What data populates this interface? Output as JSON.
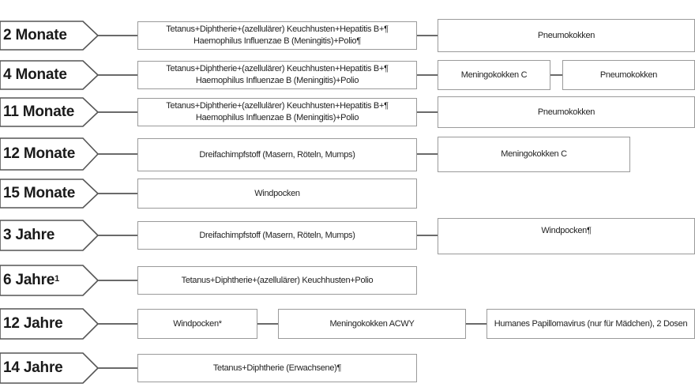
{
  "schedule": [
    {
      "age": "2 Monate",
      "vaccines": [
        "Tetanus+Diphtherie+(azellulärer) Keuchhusten+Hepatitis B+¶ Haemophilus Influenzae B (Meningitis)+Polio¶",
        "Pneumokokken"
      ]
    },
    {
      "age": "4 Monate",
      "vaccines": [
        "Tetanus+Diphtherie+(azellulärer) Keuchhusten+Hepatitis B+¶ Haemophilus Influenzae B (Meningitis)+Polio",
        "Meningokokken C",
        "Pneumokokken"
      ]
    },
    {
      "age": "11 Monate",
      "vaccines": [
        "Tetanus+Diphtherie+(azellulärer) Keuchhusten+Hepatitis B+¶ Haemophilus Influenzae B (Meningitis)+Polio",
        "Pneumokokken"
      ]
    },
    {
      "age": "12 Monate",
      "vaccines": [
        "Dreifachimpfstoff (Masern, Röteln, Mumps)",
        "Meningokokken C"
      ]
    },
    {
      "age": "15 Monate",
      "vaccines": [
        "Windpocken"
      ]
    },
    {
      "age": "3 Jahre",
      "vaccines": [
        "Dreifachimpfstoff (Masern, Röteln, Mumps)",
        "Windpocken¶"
      ]
    },
    {
      "age": "6 Jahre",
      "age_sup": "1",
      "vaccines": [
        "Tetanus+Diphtherie+(azellulärer) Keuchhusten+Polio"
      ]
    },
    {
      "age": "12 Jahre",
      "vaccines": [
        "Windpocken*",
        "Meningokokken ACWY",
        "Humanes Papillomavirus (nur für Mädchen), 2 Dosen"
      ]
    },
    {
      "age": "14 Jahre",
      "vaccines": [
        "Tetanus+Diphtherie (Erwachsene)¶"
      ]
    }
  ]
}
